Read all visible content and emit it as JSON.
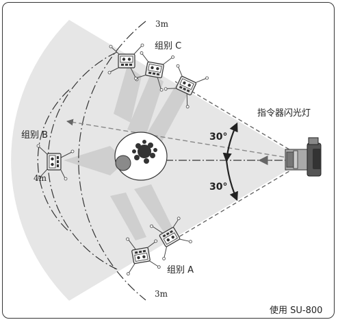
{
  "labels": {
    "group_c": "组别 C",
    "group_b": "组别 B",
    "group_a": "组别 A",
    "commander": "指令器闪光灯",
    "distance_top": "3m",
    "distance_left": "4m",
    "distance_bottom": "3m",
    "angle_upper": "30°",
    "angle_lower": "30°",
    "caption": "使用 SU-800"
  },
  "icons": {
    "flash_unit": "remote-flash-icon",
    "camera": "camera-icon",
    "subject": "flower-subject-icon"
  },
  "colors": {
    "coverage_fill": "#e6e6e6",
    "beam_fill": "#cfcfcf",
    "line": "#333333"
  }
}
